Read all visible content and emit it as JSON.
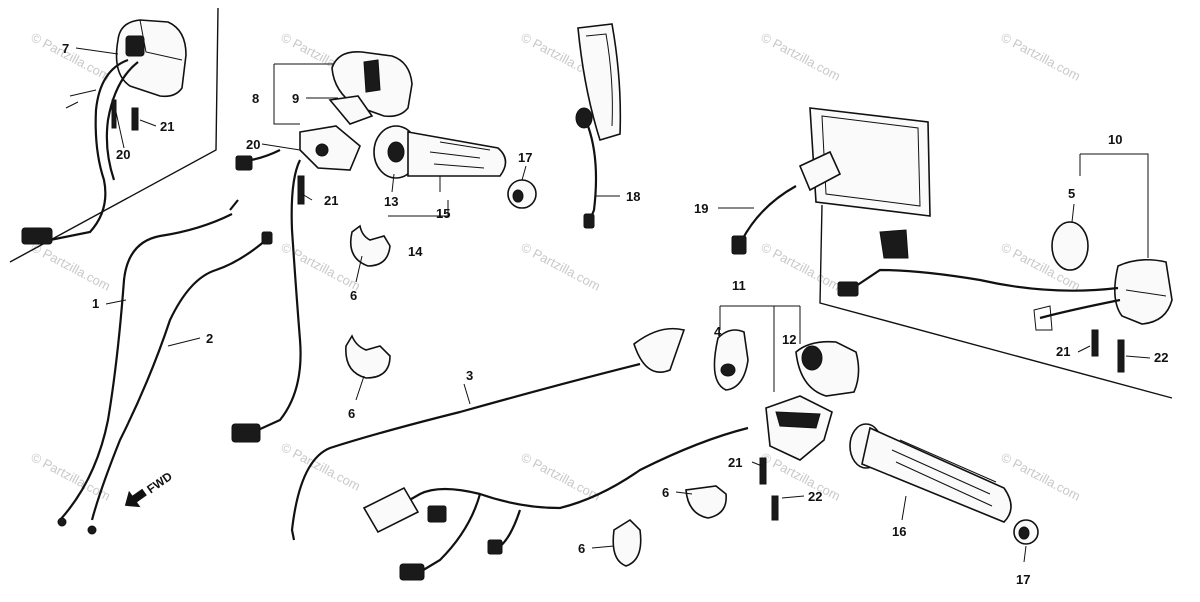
{
  "diagram": {
    "labels": [
      "1",
      "2",
      "3",
      "4",
      "5",
      "6",
      "7",
      "8",
      "9",
      "10",
      "11",
      "12",
      "13",
      "14",
      "15",
      "16",
      "17",
      "18",
      "19",
      "20",
      "21",
      "22"
    ],
    "watermark": "© Partzilla.com",
    "direction_marker": "FWD"
  },
  "colors": {
    "line": "#111111",
    "background": "#ffffff",
    "watermark": "#c9c9c9"
  }
}
